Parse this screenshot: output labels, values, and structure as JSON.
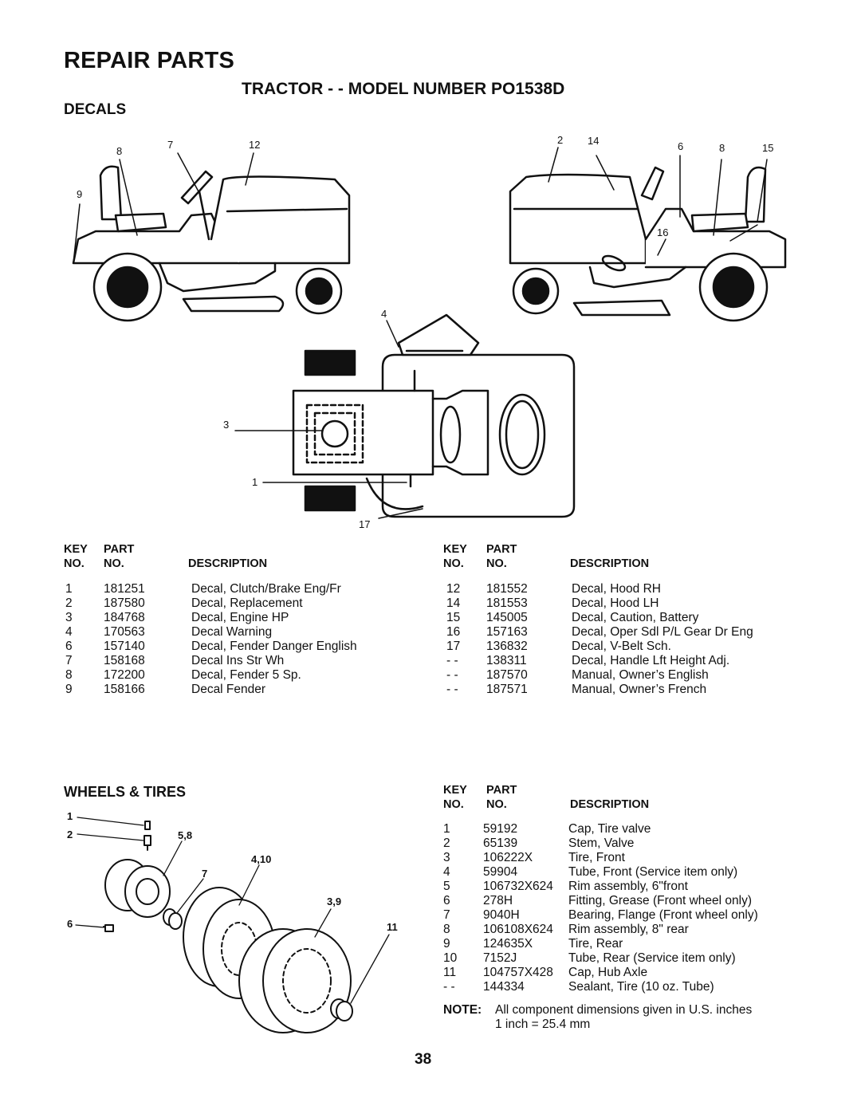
{
  "page": {
    "title": "REPAIR PARTS",
    "subtitle": "TRACTOR - - MODEL NUMBER PO1538D",
    "page_number": "38"
  },
  "decals": {
    "heading": "DECALS",
    "callouts": [
      "8",
      "7",
      "12",
      "9",
      "2",
      "14",
      "6",
      "8",
      "15",
      "16",
      "4",
      "3",
      "1",
      "17"
    ],
    "headers": {
      "key": "KEY",
      "no": "NO.",
      "part": "PART",
      "part_no": "NO.",
      "description": "DESCRIPTION"
    },
    "left_rows": [
      {
        "key": "1",
        "part": "181251",
        "desc": "Decal, Clutch/Brake Eng/Fr"
      },
      {
        "key": "2",
        "part": "187580",
        "desc": "Decal, Replacement"
      },
      {
        "key": "3",
        "part": "184768",
        "desc": "Decal, Engine HP"
      },
      {
        "key": "4",
        "part": "170563",
        "desc": "Decal Warning"
      },
      {
        "key": "6",
        "part": "157140",
        "desc": "Decal, Fender Danger English"
      },
      {
        "key": "7",
        "part": "158168",
        "desc": "Decal Ins Str Wh"
      },
      {
        "key": "8",
        "part": "172200",
        "desc": "Decal, Fender 5 Sp."
      },
      {
        "key": "9",
        "part": "158166",
        "desc": "Decal Fender"
      }
    ],
    "right_rows": [
      {
        "key": "12",
        "part": "181552",
        "desc": "Decal, Hood RH"
      },
      {
        "key": "14",
        "part": "181553",
        "desc": "Decal, Hood LH"
      },
      {
        "key": "15",
        "part": "145005",
        "desc": "Decal, Caution, Battery"
      },
      {
        "key": "16",
        "part": "157163",
        "desc": "Decal, Oper Sdl P/L Gear Dr Eng"
      },
      {
        "key": "17",
        "part": "136832",
        "desc": "Decal, V-Belt Sch."
      },
      {
        "key": "- -",
        "part": "138311",
        "desc": "Decal, Handle Lft Height Adj."
      },
      {
        "key": "- -",
        "part": "187570",
        "desc": "Manual, Owner’s English"
      },
      {
        "key": "- -",
        "part": "187571",
        "desc": "Manual, Owner’s French"
      }
    ]
  },
  "wheels": {
    "heading": "WHEELS & TIRES",
    "callouts": [
      "1",
      "2",
      "5,8",
      "4,10",
      "7",
      "3,9",
      "6",
      "11"
    ],
    "headers": {
      "key": "KEY",
      "no": "NO.",
      "part": "PART",
      "part_no": "NO.",
      "description": "DESCRIPTION"
    },
    "rows": [
      {
        "key": "1",
        "part": "59192",
        "desc": "Cap, Tire valve"
      },
      {
        "key": "2",
        "part": "65139",
        "desc": "Stem, Valve"
      },
      {
        "key": "3",
        "part": "106222X",
        "desc": "Tire, Front"
      },
      {
        "key": "4",
        "part": "59904",
        "desc": "Tube, Front (Service item only)"
      },
      {
        "key": "5",
        "part": "106732X624",
        "desc": "Rim assembly, 6\"front"
      },
      {
        "key": "6",
        "part": "278H",
        "desc": "Fitting, Grease (Front wheel only)"
      },
      {
        "key": "7",
        "part": "9040H",
        "desc": "Bearing, Flange (Front wheel only)"
      },
      {
        "key": "8",
        "part": "106108X624",
        "desc": "Rim assembly, 8\" rear"
      },
      {
        "key": "9",
        "part": "124635X",
        "desc": "Tire, Rear"
      },
      {
        "key": "10",
        "part": "7152J",
        "desc": "Tube, Rear (Service item only)"
      },
      {
        "key": "11",
        "part": "104757X428",
        "desc": "Cap, Hub Axle"
      },
      {
        "key": "- -",
        "part": "144334",
        "desc": "Sealant, Tire (10 oz. Tube)"
      }
    ],
    "note_label": "NOTE:",
    "note_line1": "All component dimensions given in U.S. inches",
    "note_line2": "1 inch = 25.4 mm"
  }
}
